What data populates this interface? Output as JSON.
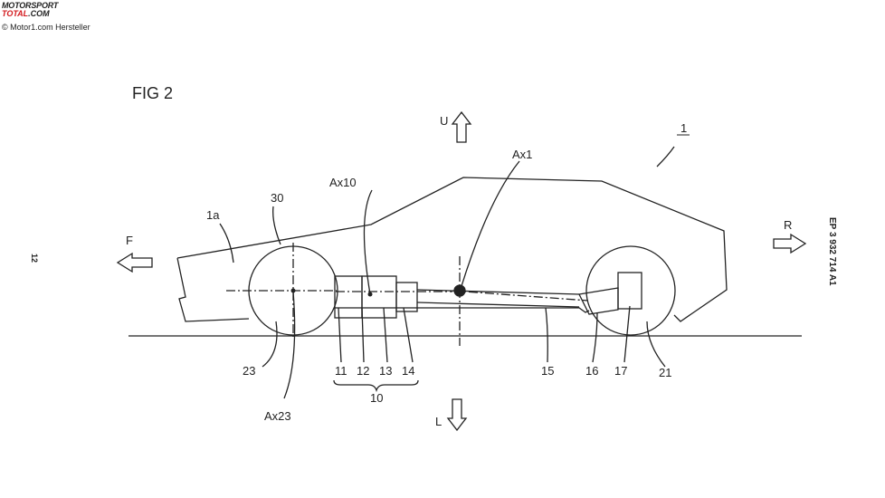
{
  "branding": {
    "logo_line1": "MOTORSPORT",
    "logo_line2_prefix": "",
    "logo_line2_red": "TOTAL",
    "logo_line2_suffix": ".COM",
    "credit": "© Motor1.com Hersteller"
  },
  "figure": {
    "title": "FIG 2",
    "page_number": "12",
    "patent_number": "EP 3 932 714 A1",
    "arrows": {
      "forward": "F",
      "rear": "R",
      "up": "U",
      "low": "L"
    },
    "labels": {
      "vehicle": "1",
      "front_section": "1a",
      "body": "30",
      "axis_motor": "Ax10",
      "axis_center": "Ax1",
      "front_wheel": "23",
      "front_axis": "Ax23",
      "rear_wheel": "21",
      "part_11": "11",
      "part_12": "12",
      "part_13": "13",
      "part_14": "14",
      "shaft": "15",
      "part_16": "16",
      "part_17": "17",
      "group": "10"
    }
  }
}
